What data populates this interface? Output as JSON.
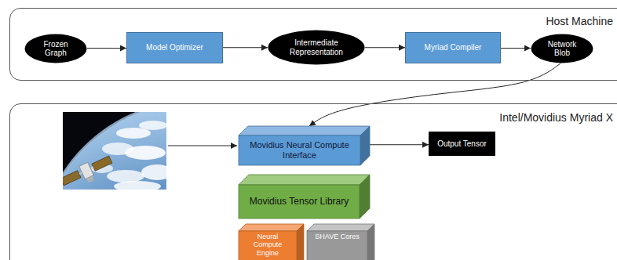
{
  "diagram": {
    "nodes": [
      {
        "text": [
          "Host Machine"
        ]
      },
      {
        "text": [
          "Frozen Graph"
        ],
        "in": 0
      },
      {
        "text": [
          "Model Optimizer"
        ],
        "in": 0
      },
      {
        "text": [
          "Intermediate Representation"
        ],
        "in": 0
      },
      {
        "text": [
          "Myriad Compiler"
        ],
        "in": 0
      },
      {
        "text": [
          "Network Blob"
        ],
        "in": 0
      },
      {
        "text": [
          "Intel/Movidius Myriad X"
        ]
      },
      {
        "text": [
          "Movidius Neural Compute Interface"
        ],
        "in": 6
      },
      {
        "text": [
          "Output Tensor"
        ],
        "in": 6
      },
      {
        "text": [
          "Movidius Tensor Library"
        ],
        "in": 6
      },
      {
        "text": [
          "Neural Compute Engine"
        ],
        "in": 6
      },
      {
        "text": [
          "SHAVE Cores"
        ],
        "in": 6
      }
    ],
    "edges": [
      {
        "from": 1,
        "to": 2,
        "arrow": "to"
      },
      {
        "from": 2,
        "to": 3,
        "arrow": "to"
      },
      {
        "from": 3,
        "to": 4,
        "arrow": "to"
      },
      {
        "from": 4,
        "to": 5,
        "arrow": "to"
      },
      {
        "from": 5,
        "to": 7,
        "arrow": "to"
      },
      {
        "from": 7,
        "to": 8,
        "arrow": "to"
      }
    ]
  }
}
